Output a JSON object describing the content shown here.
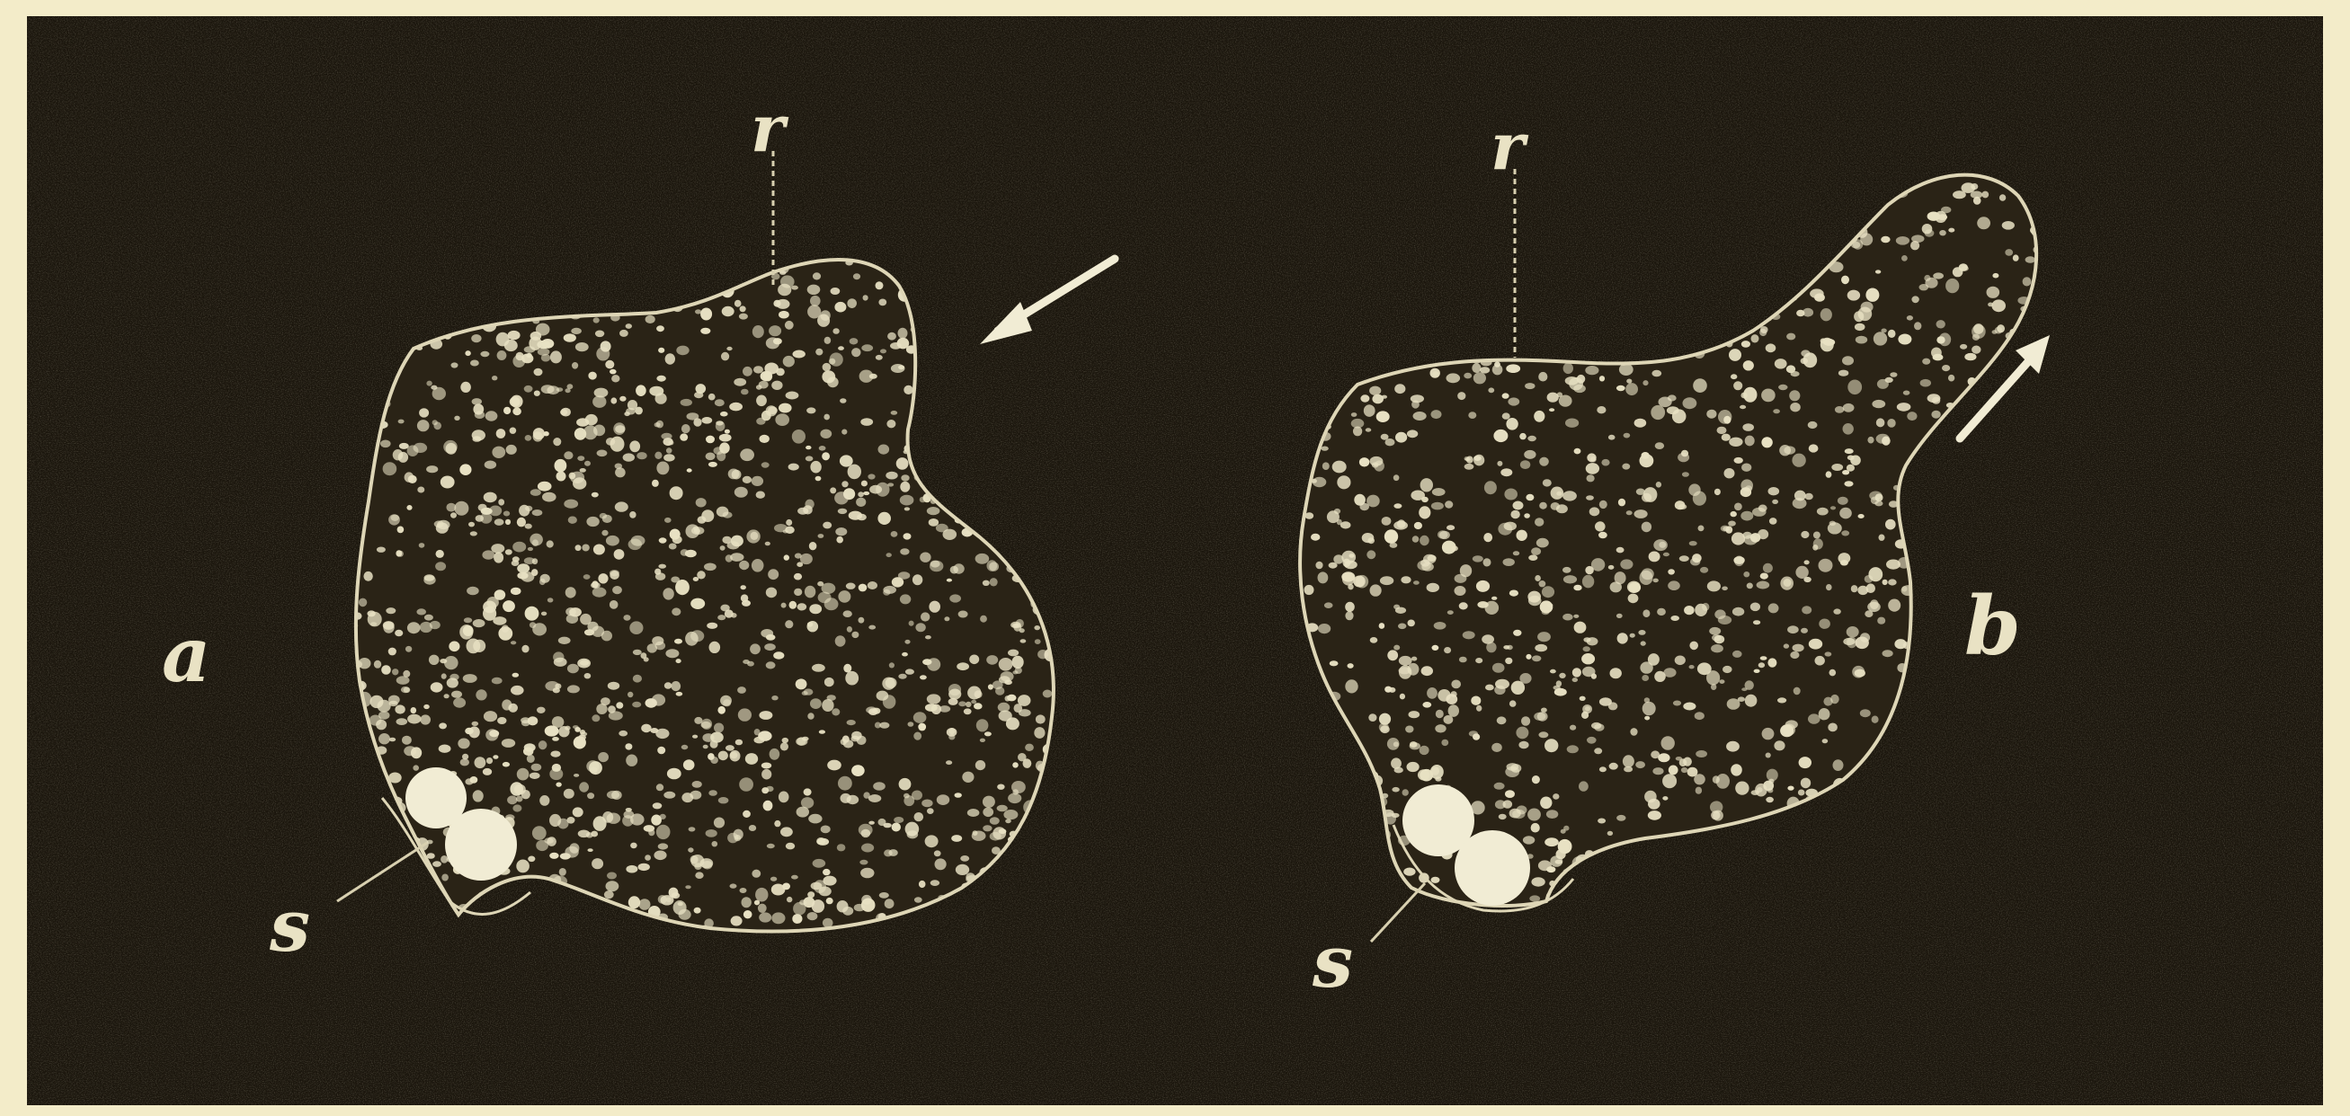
{
  "figure": {
    "left_specimen": {
      "label": "a",
      "pointer_r": "r",
      "pointer_s": "s"
    },
    "right_specimen": {
      "label": "b",
      "pointer_r": "r",
      "pointer_s": "s"
    }
  },
  "colors": {
    "paper": "#f3ecc9",
    "background": "#1b160d",
    "cell_fill": "#2a2316",
    "outline": "#ded6b6",
    "granule": "#e8e1c3"
  }
}
